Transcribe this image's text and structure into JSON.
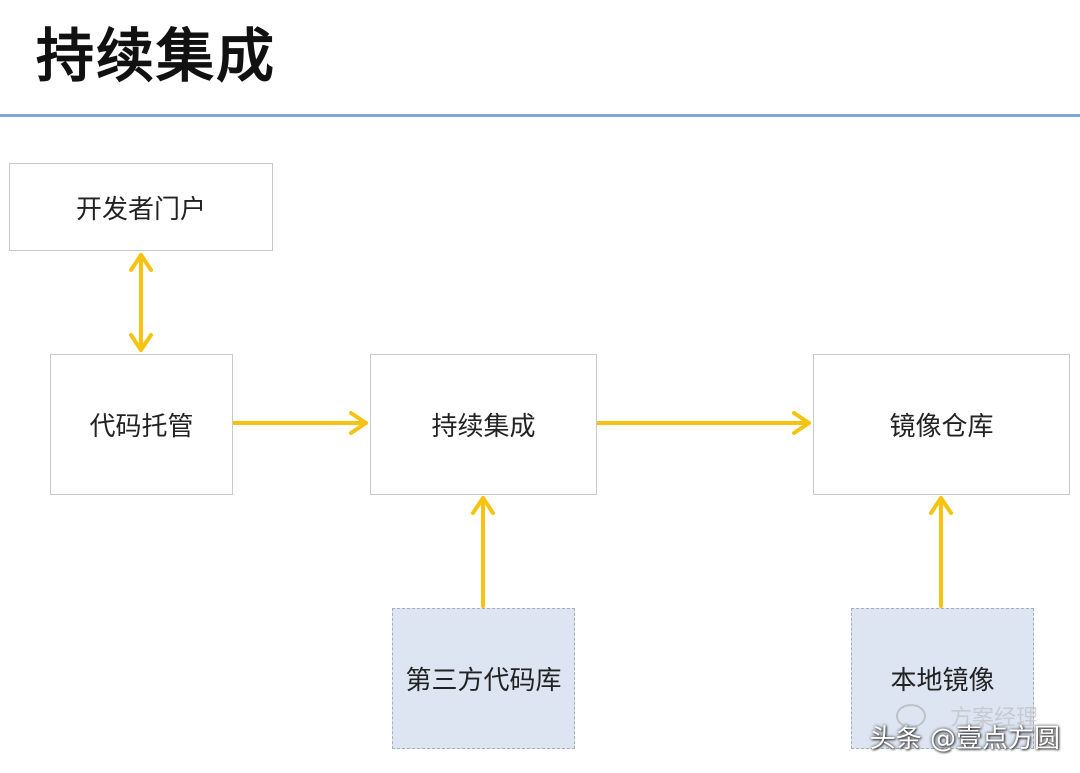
{
  "title": "持续集成",
  "colors": {
    "arrow": "#f7c210",
    "rule": "#7fa6d6",
    "node_border": "#c9c9c9",
    "external_fill": "#dde5f3"
  },
  "nodes": {
    "developer_portal": "开发者门户",
    "code_hosting": "代码托管",
    "continuous_integration": "持续集成",
    "image_registry": "镜像仓库",
    "third_party_repo": "第三方代码库",
    "local_image": "本地镜像"
  },
  "watermark": {
    "main": "头条 @壹点方圆",
    "faint": "方案经理"
  }
}
